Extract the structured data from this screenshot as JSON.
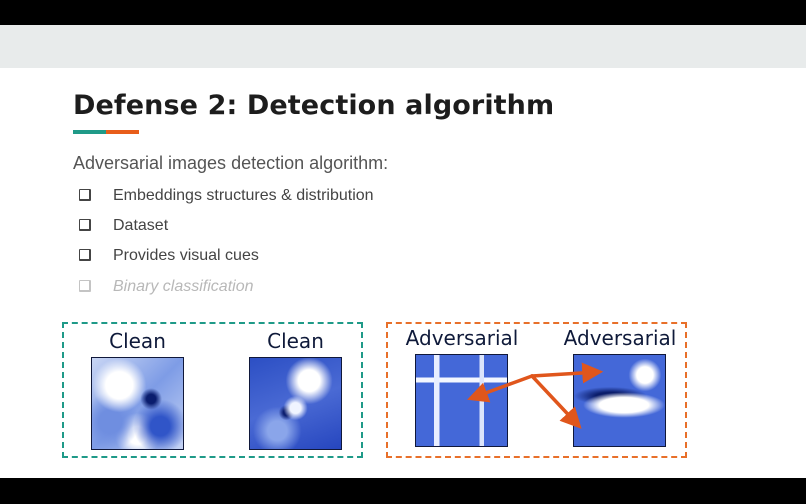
{
  "slide": {
    "title": "Defense 2: Detection algorithm",
    "accent_colors": {
      "teal": "#1f9a88",
      "orange": "#e85d1a"
    },
    "intro": "Adversarial images detection algorithm:",
    "bullets": [
      {
        "label": "Embeddings structures & distribution",
        "state": "normal",
        "icon": "checkbox-square-icon"
      },
      {
        "label": "Dataset",
        "state": "normal",
        "icon": "checkbox-square-icon"
      },
      {
        "label": "Provides visual cues",
        "state": "normal",
        "icon": "checkbox-square-icon"
      },
      {
        "label": "Binary classification",
        "state": "faded",
        "icon": "checkbox-square-icon"
      }
    ]
  },
  "figure": {
    "clean_panel": {
      "border_color": "#1f9a88",
      "images": [
        {
          "caption": "Clean"
        },
        {
          "caption": "Clean"
        }
      ]
    },
    "adversarial_panel": {
      "border_color": "#e8702a",
      "images": [
        {
          "caption": "Adversarial"
        },
        {
          "caption": "Adversarial"
        }
      ],
      "arrow_color": "#e0561c"
    }
  }
}
